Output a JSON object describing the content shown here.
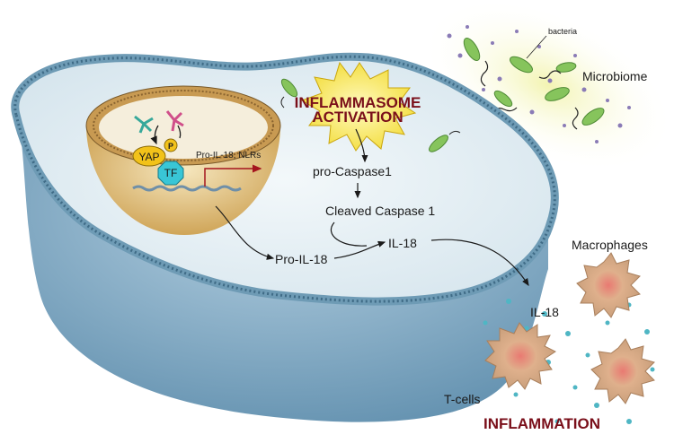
{
  "labels": {
    "bacteria": "bacteria",
    "microbiome": "Microbiome",
    "inflammasome_line1": "INFLAMMASOME",
    "inflammasome_line2": "ACTIVATION",
    "yap": "YAP",
    "p": "P",
    "tf": "TF",
    "pro_il18_nlrs": "Pro-IL-18, NLRs",
    "pro_caspase1": "pro-Caspase1",
    "cleaved_caspase1": "Cleaved Caspase 1",
    "pro_il18": "Pro-IL-18",
    "il18_cell": "IL-18",
    "macrophages": "Macrophages",
    "il18_out": "IL-18",
    "tcells": "T-cells",
    "inflammation": "INFLAMMATION"
  },
  "colors": {
    "membrane_outer": "#6e9bb5",
    "membrane_bead": "#3f6b86",
    "cytoplasm": "#e7f0f4",
    "cell_side": "#8fb6cf",
    "nucleus_outer": "#c9a35a",
    "nucleus_inner": "#f4ecd9",
    "starburst": "#f8ec6a",
    "starburst_text": "#8a1020",
    "yap": "#f2c21a",
    "tf": "#39c6d6",
    "bacteria": "#7fbf5a",
    "macrophage": "#d9b08a",
    "tcell": "#e0b48a",
    "cytokine_dot": "#4fb6c4",
    "inflammation": "#7a0f1a"
  }
}
